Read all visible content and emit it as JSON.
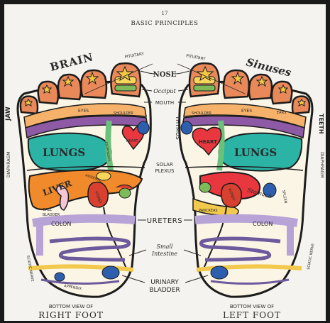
{
  "header": {
    "page_number": "17",
    "title": "BASIC PRINCIPLES"
  },
  "center_labels": {
    "nose": "NOSE",
    "occiput": "Occiput",
    "mouth": "MOUTH",
    "thymus": "THYMUS",
    "solar_plexus_1": "SOLAR",
    "solar_plexus_2": "PLEXUS",
    "ureters": "URETERS",
    "small_intestine_1": "Small",
    "small_intestine_2": "Intestine",
    "urinary_bladder_1": "URINARY",
    "urinary_bladder_2": "BLADDER"
  },
  "right_foot": {
    "brain": "BRAIN",
    "jaw": "JAW",
    "diaphragm": "DIAPHRAGM",
    "pituitary": "PITUITARY",
    "eyes": "EYES",
    "shoulder": "SHOULDER",
    "esophagus": "ESOPHAGUS",
    "lungs": "LUNGS",
    "heart": "HEART",
    "liver": "LIVER",
    "adrenal": "ADRENAL",
    "kidney": "KIDNEY",
    "gall_bladder_1": "GALL",
    "gall_bladder_2": "BLADDER",
    "colon": "COLON",
    "sciatic_nerve": "SCIATIC NERVE",
    "appendix": "APPENDIX",
    "caption_1": "BOTTOM VIEW OF",
    "caption_2": "RIGHT FOOT"
  },
  "left_foot": {
    "sinuses": "Sinuses",
    "teeth": "TEETH",
    "diaphragm": "DIAPHRAGM",
    "pituitary": "PITUITARY",
    "eyes": "EYES",
    "shoulder": "SHOULDER",
    "ears": "EARS",
    "lungs": "LUNGS",
    "heart": "HEART",
    "stomach": "Stomach",
    "spleen": "SPLEEN",
    "pancreas": "PANCREAS",
    "kidney": "KIDNEY",
    "colon": "COLON",
    "sciatic_nerve": "SCIATIC NERVE",
    "caption_1": "BOTTOM VIEW OF",
    "caption_2": "LEFT FOOT"
  },
  "colors": {
    "outline": "#1c1c1c",
    "toe_fill": "#e9895a",
    "star": "#f4c842",
    "purple_band": "#8e5aa6",
    "lungs": "#2bb3a6",
    "heart": "#e8373f",
    "liver": "#f08a2a",
    "kidney": "#d8402f",
    "yellow_band": "#f2c94c",
    "colon": "#b7a3d6",
    "intestine": "#6d5a9c",
    "sole_fill": "#fbf5e6",
    "green": "#7dbb5a",
    "blue": "#2e5fae"
  }
}
